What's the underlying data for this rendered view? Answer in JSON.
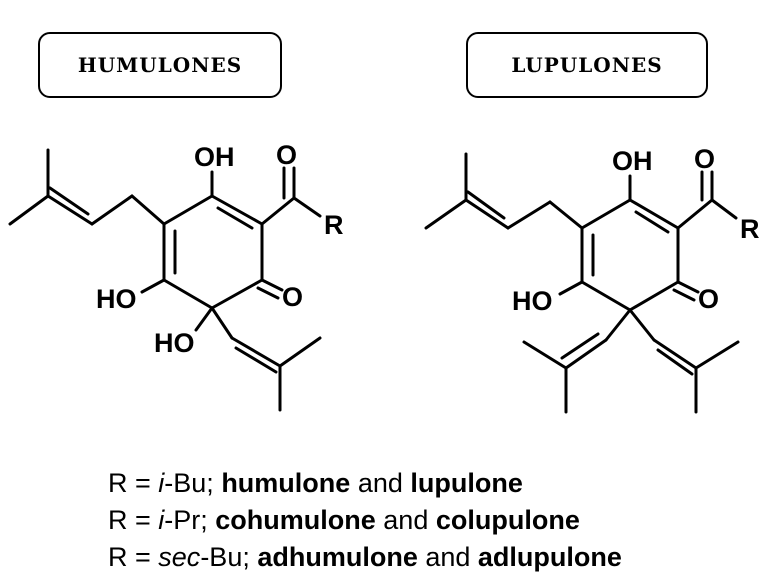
{
  "boxes": {
    "humulones": "HUMULONES",
    "lupulones": "LUPULONES"
  },
  "humulone_structure": {
    "top_oh": "OH",
    "carbonyl_o": "O",
    "r_group": "R",
    "ring_ketone_o": "O",
    "ring_ho": "HO",
    "quaternary_ho": "HO"
  },
  "lupulone_structure": {
    "top_oh": "OH",
    "carbonyl_o": "O",
    "r_group": "R",
    "ring_ketone_o": "O",
    "ring_ho": "HO"
  },
  "legend": [
    {
      "prefix": "R = ",
      "substituent_italic": "i",
      "substituent_rest": "-Bu; ",
      "humulone": "humulone",
      "and": " and ",
      "lupulone": "lupulone"
    },
    {
      "prefix": "R = ",
      "substituent_italic": "i",
      "substituent_rest": "-Pr; ",
      "humulone": "cohumulone",
      "and": " and ",
      "lupulone": "colupulone"
    },
    {
      "prefix": "R = ",
      "substituent_italic": "sec",
      "substituent_rest": "-Bu; ",
      "humulone": "adhumulone",
      "and": " and ",
      "lupulone": "adlupulone"
    }
  ]
}
